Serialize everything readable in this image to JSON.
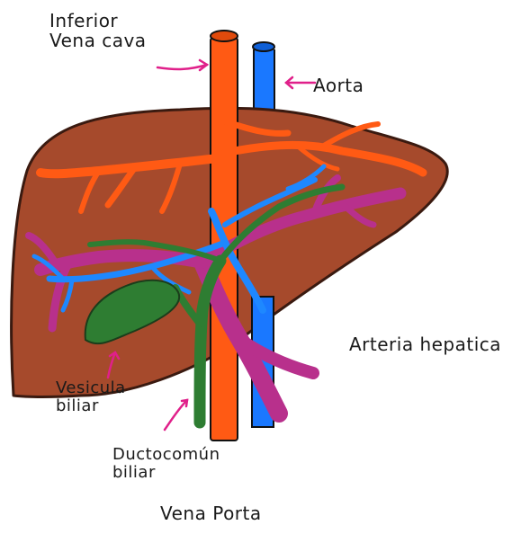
{
  "labels": {
    "ivc": {
      "line1": "Inferior",
      "line2": "Vena cava"
    },
    "aorta": "Aorta",
    "hepatic_artery": "Arteria hepatica",
    "gallbladder": {
      "line1": "Vesicula",
      "line2": "biliar"
    },
    "common_bile_duct": {
      "line1": "Ductocomún",
      "line2": "biliar"
    },
    "portal_vein": "Vena Porta"
  },
  "colors": {
    "liver": "#a64a2c",
    "liver_outline": "#3a1a10",
    "vena_cava": "#ff5a14",
    "aorta": "#1a78ff",
    "portal_vein": "#b8308c",
    "hepatic_artery": "#1e88ff",
    "bile_duct": "#2e7d32",
    "gallbladder": "#2e7d32",
    "pointer_arrows": "#e0208a"
  }
}
